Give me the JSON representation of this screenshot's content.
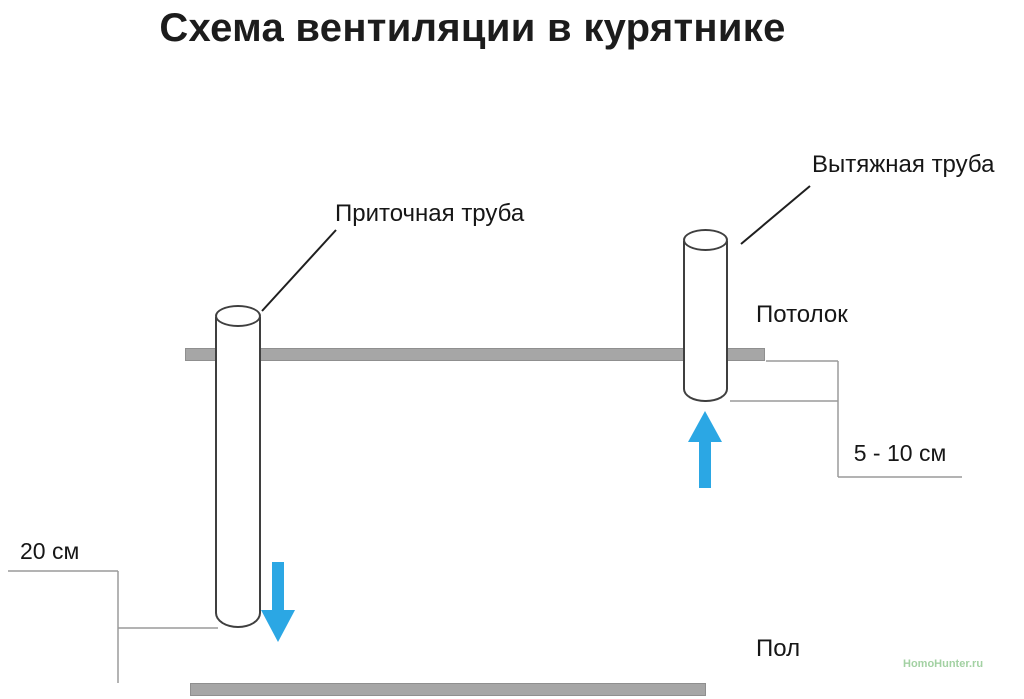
{
  "title": "Схема вентиляции в курятнике",
  "labels": {
    "supply_pipe": "Приточная труба",
    "exhaust_pipe": "Вытяжная труба",
    "ceiling": "Потолок",
    "floor": "Пол"
  },
  "dimensions": {
    "exhaust_gap": "5 - 10 см",
    "supply_gap": "20 см"
  },
  "flow": {
    "supply_direction": "arrow-down",
    "exhaust_direction": "arrow-up"
  },
  "watermark": "HomoHunter.ru",
  "colors": {
    "arrow": "#2BA7E4",
    "slab": "#A6A6A6",
    "pipe_outline": "#3F3F3F",
    "leader_line": "#1F1F1F",
    "dimension_line": "#9A9A9A",
    "text": "#161616",
    "watermark": "#A3D1A3"
  }
}
